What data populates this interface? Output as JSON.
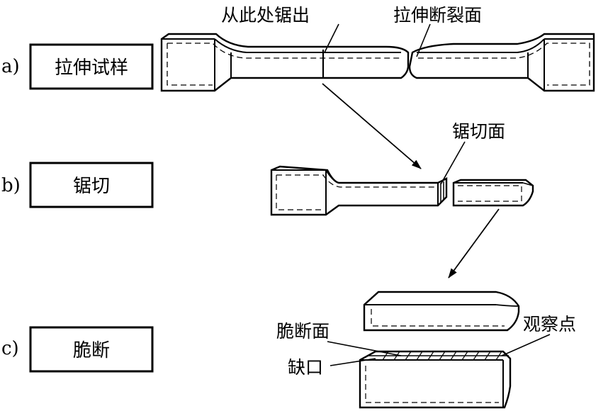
{
  "steps": [
    {
      "tag": "a)",
      "label": "拉伸试样"
    },
    {
      "tag": "b)",
      "label": "锯切"
    },
    {
      "tag": "c)",
      "label": "脆断"
    }
  ],
  "annotations": {
    "saw_from_here": "从此处锯出",
    "tensile_fracture": "拉伸断裂面",
    "saw_face": "锯切面",
    "brittle_face": "脆断面",
    "observe_point": "观察点",
    "notch": "缺口"
  },
  "colors": {
    "stroke": "#000000",
    "background": "#ffffff"
  }
}
